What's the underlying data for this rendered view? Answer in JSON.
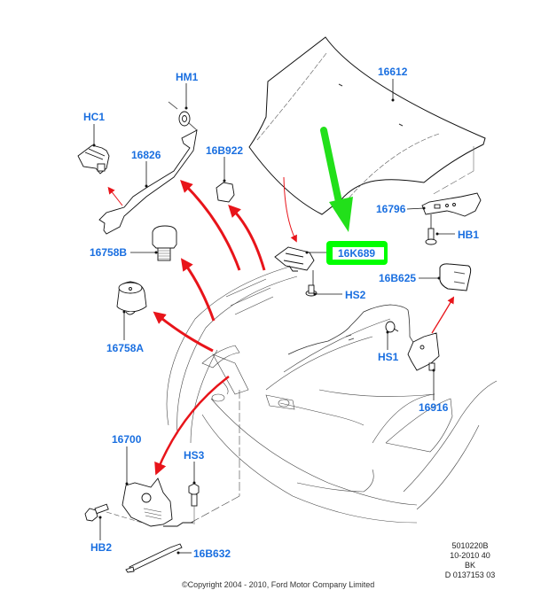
{
  "diagram": {
    "title": "Bonnet / Hood assembly exploded view",
    "highlight_color": "#00ff00",
    "arrow_color": "#e8141a",
    "label_color": "#1a6fe0",
    "labels": {
      "hm1": "HM1",
      "hc1": "HC1",
      "p16826": "16826",
      "p16b922": "16B922",
      "p16612": "16612",
      "p16796": "16796",
      "hb1": "HB1",
      "p16k689": "16K689",
      "p16758b": "16758B",
      "hs2": "HS2",
      "p16b625": "16B625",
      "p16758a": "16758A",
      "hs1": "HS1",
      "p16916": "16916",
      "p16700": "16700",
      "hs3": "HS3",
      "hb2": "HB2",
      "p16b632": "16B632"
    },
    "highlighted_part": "16K689",
    "metadata": {
      "line1": "5010220B",
      "line2": "10-2010 40",
      "line3": "BK",
      "line4": "D 0137153 03"
    },
    "copyright": "©Copyright 2004 - 2010, Ford Motor Company Limited"
  }
}
